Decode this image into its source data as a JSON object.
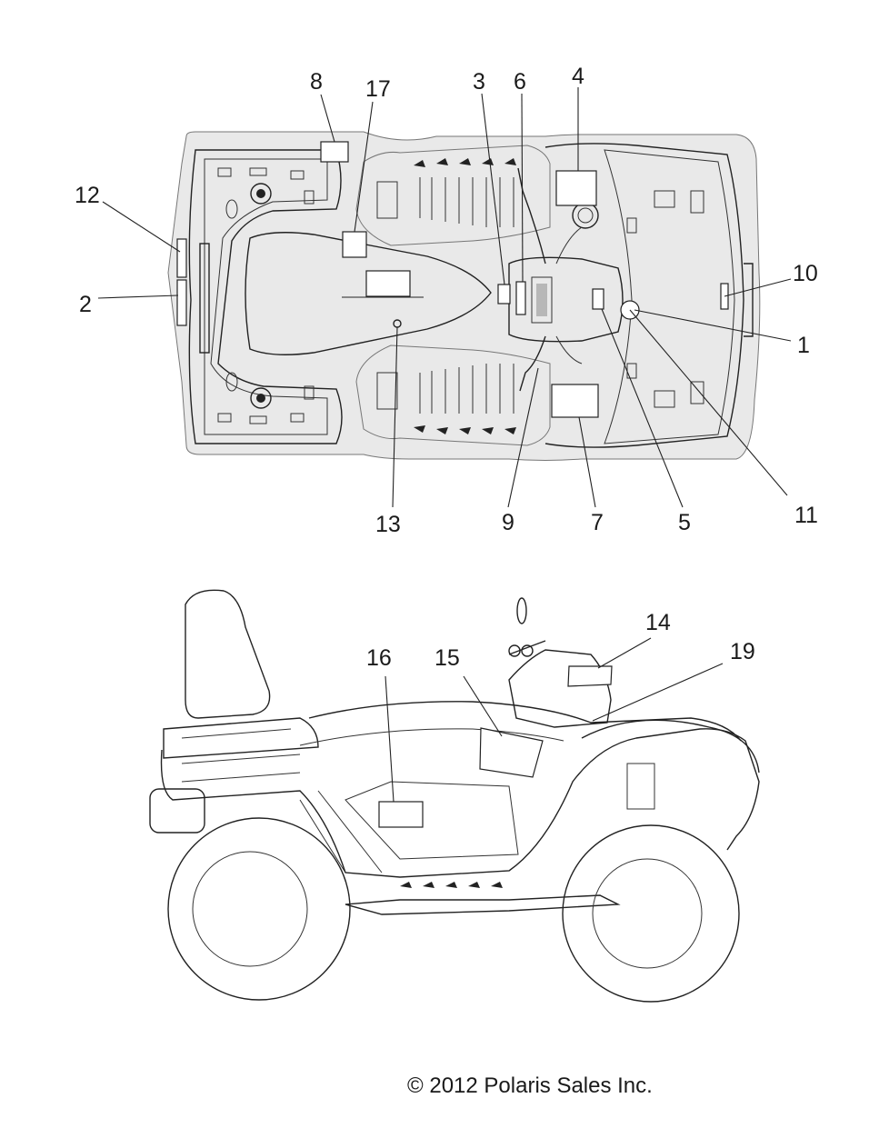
{
  "callouts": {
    "c1": "1",
    "c2": "2",
    "c3": "3",
    "c4": "4",
    "c5": "5",
    "c6": "6",
    "c7": "7",
    "c8": "8",
    "c9": "9",
    "c10": "10",
    "c11": "11",
    "c12": "12",
    "c13": "13",
    "c14": "14",
    "c15": "15",
    "c16": "16",
    "c17": "17",
    "c19": "19"
  },
  "copyright": "© 2012 Polaris Sales Inc."
}
